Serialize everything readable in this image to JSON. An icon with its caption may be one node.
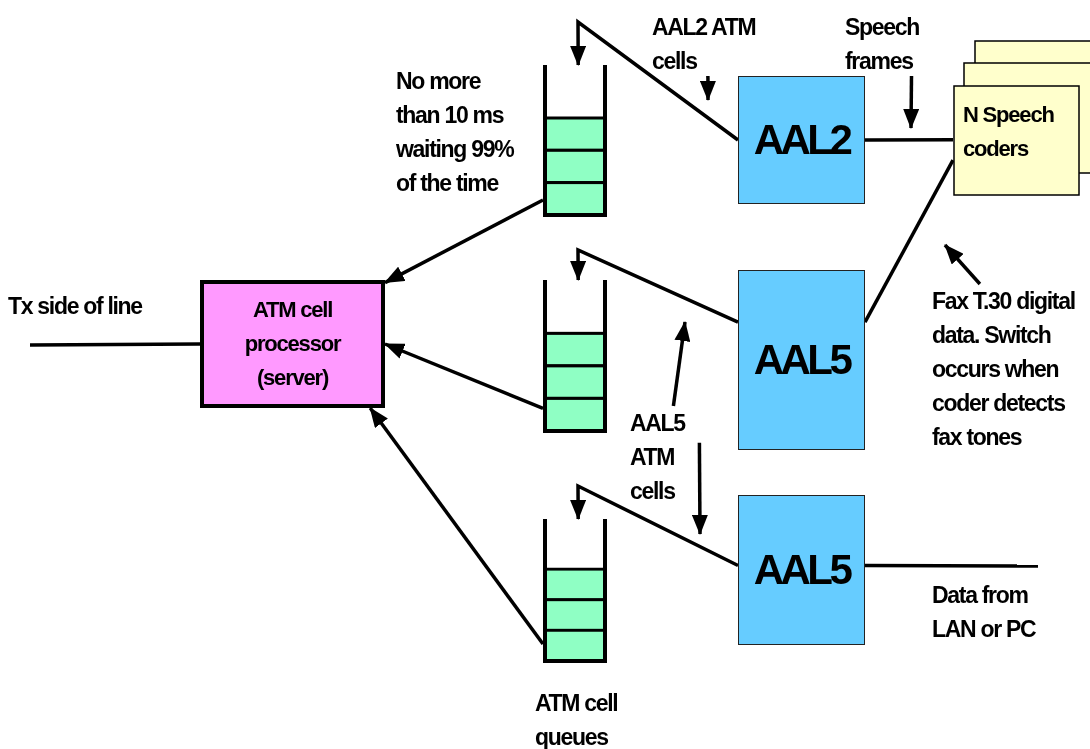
{
  "diagram": {
    "nodes": [
      {
        "text": [
          "ATM cell processor (server)"
        ]
      },
      {
        "text": [],
        "shape": "stack",
        "beside": [
          "No more than 10 ms waiting 99% of the time"
        ]
      },
      {
        "text": [],
        "shape": "stack"
      },
      {
        "text": [],
        "shape": "stack"
      },
      {
        "text": [
          "AAL2"
        ]
      },
      {
        "text": [
          "AAL5"
        ]
      },
      {
        "text": [
          "AAL5"
        ]
      },
      {
        "text": [
          "N Speech coders"
        ]
      },
      {
        "text": [
          "AAL2 ATM cells"
        ]
      },
      {
        "text": [
          "Speech frames"
        ]
      },
      {
        "text": [
          "AAL5 ATM cells"
        ]
      },
      {
        "text": [
          "Fax T.30 digital data. Switch occurs when coder detects fax tones"
        ]
      }
    ],
    "edges": [
      {
        "from": null,
        "to": 0,
        "arrow": "none"
      },
      {
        "from": 4,
        "to": 1,
        "arrow": "to"
      },
      {
        "from": 5,
        "to": 2,
        "arrow": "to"
      },
      {
        "from": 6,
        "to": 3,
        "arrow": "to"
      },
      {
        "from": 1,
        "to": 0,
        "arrow": "to"
      },
      {
        "from": 2,
        "to": 0,
        "arrow": "to"
      },
      {
        "from": 3,
        "to": 0,
        "arrow": "to"
      },
      {
        "from": 4,
        "to": 7,
        "arrow": "none"
      },
      {
        "from": 5,
        "to": 7,
        "arrow": "none"
      },
      {
        "from": 6,
        "to": null,
        "arrow": "none"
      },
      {
        "from": 8,
        "to": null,
        "arrow": "to"
      },
      {
        "from": 9,
        "to": null,
        "arrow": "to"
      },
      {
        "from": 10,
        "to": null,
        "arrow": "to"
      },
      {
        "from": 10,
        "to": null,
        "arrow": "to"
      },
      {
        "from": 11,
        "to": null,
        "arrow": "to"
      }
    ],
    "labels": [
      "Tx side of line",
      "ATM cell queues",
      "Data from LAN or PC"
    ]
  }
}
